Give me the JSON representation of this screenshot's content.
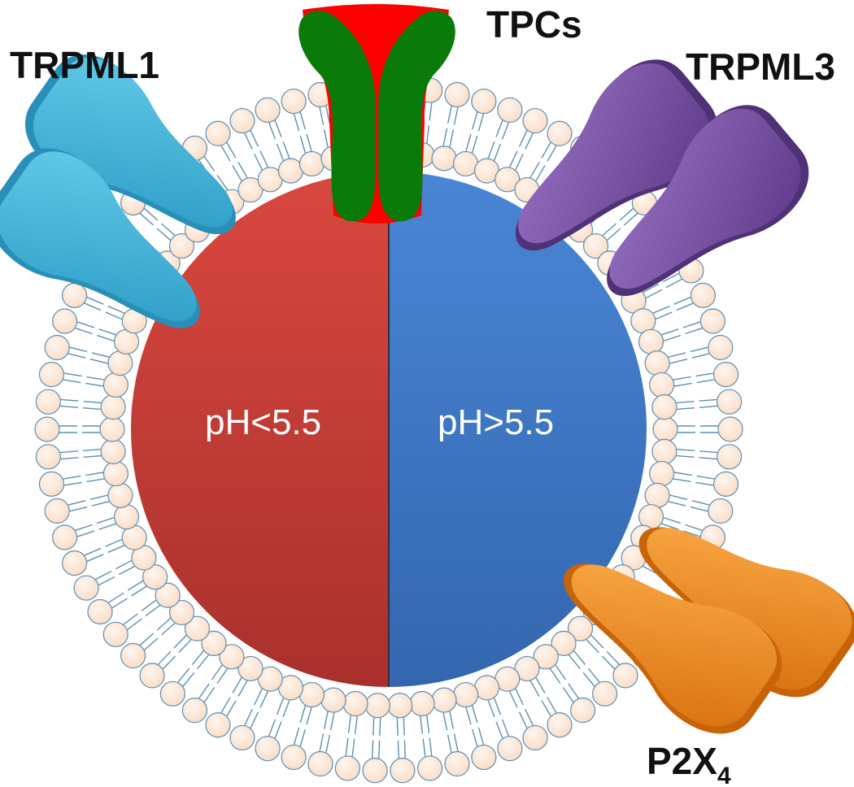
{
  "labels": {
    "trpml1": "TRPML1",
    "tpcs": "TPCs",
    "trpml3": "TRPML3",
    "p2x4_base": "P2X",
    "p2x4_sub": "4",
    "ph_acidic": "pH<5.5",
    "ph_neutral": "pH>5.5"
  },
  "colors": {
    "acidic_half": "#c23b37",
    "neutral_half": "#3f78c6",
    "lipid_head": "#fbe4cf",
    "lipid_outline": "#5f8fb0",
    "trpml1": "#35b4d8",
    "trpml3": "#7b52a6",
    "p2x4": "#f08a1f",
    "tpc_inner": "#ff0000",
    "tpc_outer": "#0a7a0a"
  }
}
